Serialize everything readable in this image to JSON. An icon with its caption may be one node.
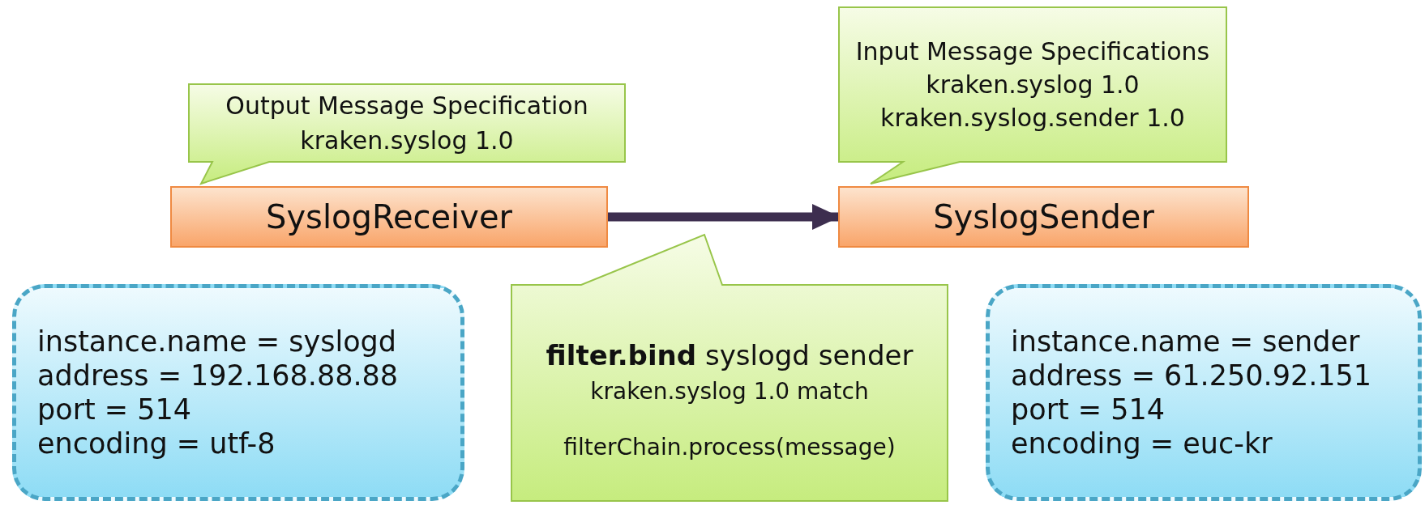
{
  "diagram": {
    "nodes": [
      {
        "text": [
          "Output Message Specification",
          "kraken.syslog 1.0"
        ]
      },
      {
        "text": [
          "Input Message Specifications",
          "kraken.syslog 1.0",
          "kraken.syslog.sender 1.0"
        ]
      },
      {
        "text": [
          "SyslogReceiver"
        ]
      },
      {
        "text": [
          "SyslogSender"
        ]
      },
      {
        "text": [
          "instance.name = syslogd",
          "address = 192.168.88.88",
          "port = 514",
          "encoding = utf-8"
        ]
      },
      {
        "text": [
          "**filter.bind** syslogd sender",
          "kraken.syslog 1.0 match",
          "filterChain.process(message)"
        ]
      },
      {
        "text": [
          "instance.name = sender",
          "address = 61.250.92.151",
          "port = 514",
          "encoding = euc-kr"
        ]
      }
    ],
    "edges": [
      {
        "from": 2,
        "to": 3,
        "arrow": "to",
        "color": "#3d2e4f"
      }
    ]
  }
}
